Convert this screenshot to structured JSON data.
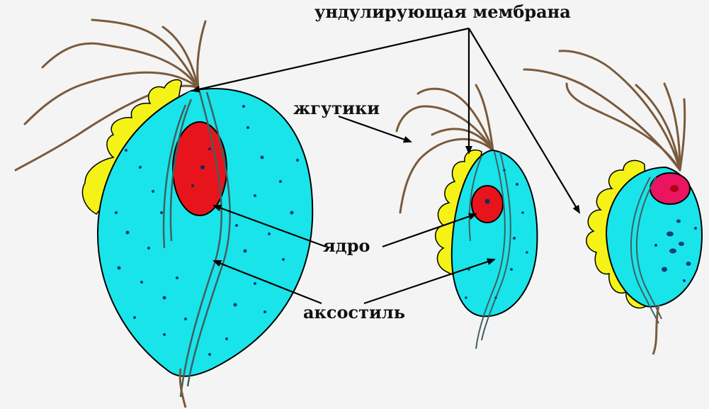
{
  "labels": {
    "membrane": "ундулирующая мембрана",
    "flagella": "жгутики",
    "nucleus": "ядро",
    "axostyle": "аксостиль"
  },
  "colors": {
    "cytoplasm": "#19e4ea",
    "membrane": "#f5f218",
    "nucleus_large": "#e8141c",
    "nucleus_small": "#ea1460",
    "flagellum": "#7a5a3c",
    "dots": "#103c86",
    "outline": "#000000",
    "background": "#f4f4f4"
  }
}
